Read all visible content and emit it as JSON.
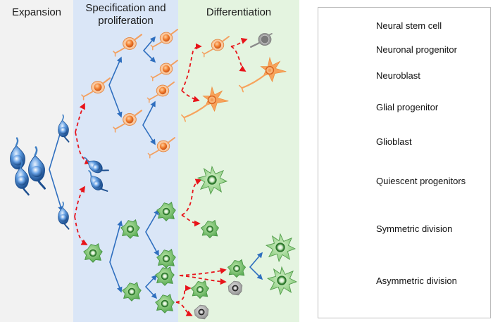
{
  "stages": [
    {
      "id": "expansion",
      "label": "Expansion",
      "color": "#f2f2f2"
    },
    {
      "id": "specification",
      "label_line1": "Specification and",
      "label_line2": "proliferation",
      "color": "#dae6f7"
    },
    {
      "id": "differentiation",
      "label": "Differentiation",
      "color": "#e4f4e0"
    }
  ],
  "legend": {
    "items": [
      {
        "id": "neural-stem-cell",
        "label": "Neural stem cell"
      },
      {
        "id": "neuronal-progenitor",
        "label": "Neuronal progenitor"
      },
      {
        "id": "neuroblast",
        "label": "Neuroblast"
      },
      {
        "id": "glial-progenitor",
        "label": "Glial progenitor"
      },
      {
        "id": "glioblast",
        "label": "Glioblast"
      },
      {
        "id": "quiescent-progenitors",
        "label": "Quiescent progenitors"
      },
      {
        "id": "symmetric-division",
        "label": "Symmetric division"
      },
      {
        "id": "asymmetric-division",
        "label": "Asymmetric division"
      }
    ]
  },
  "colors": {
    "stem": "#3f7fc4",
    "neuronal": "#f39a4e",
    "glial": "#5fb35a",
    "quiescent": "#8c8c8c",
    "symmetric_arrow": "#2f6fbf",
    "asymmetric_arrow": "#e8141a"
  }
}
